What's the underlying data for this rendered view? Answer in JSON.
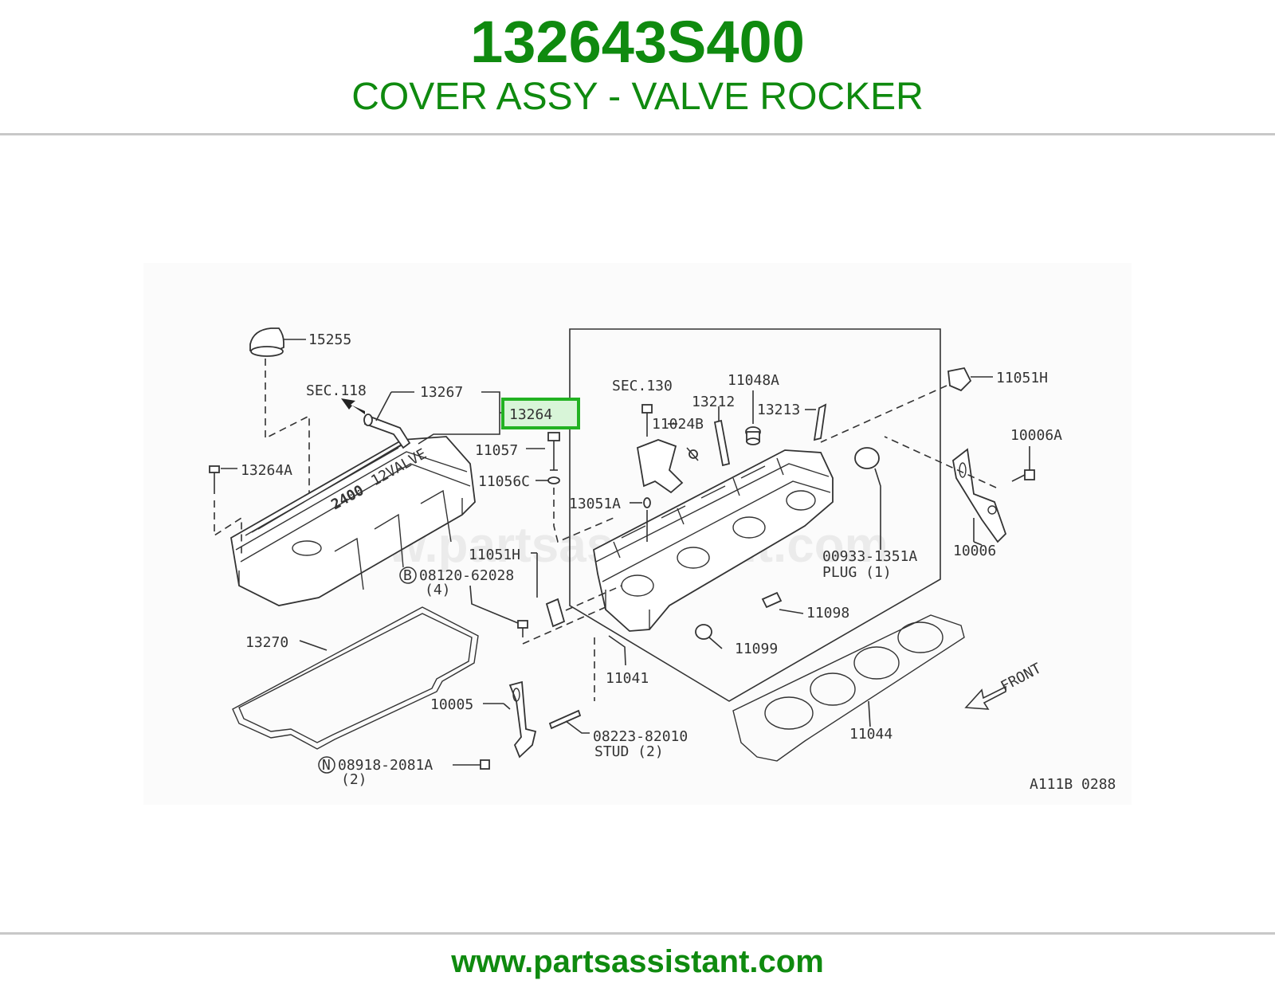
{
  "header": {
    "part_number": "132643S400",
    "part_name": "COVER ASSY - VALVE ROCKER"
  },
  "footer": {
    "site_url": "www.partsassistant.com"
  },
  "diagram": {
    "watermark": "www.partsassistant.com",
    "reference_code": "A111B 0288",
    "highlighted_callout": "13264",
    "highlight_color": "#22b222",
    "callouts": {
      "c15255": "15255",
      "c_sec118": "SEC.118",
      "c13267": "13267",
      "c13264": "13264",
      "c11057": "11057",
      "c13264a": "13264A",
      "c11056c": "11056C",
      "c13051a": "13051A",
      "c11051h_left": "11051H",
      "c_b_marker": "B",
      "c08120": "08120-62028",
      "c08120_qty": "(4)",
      "c13270": "13270",
      "c10005": "10005",
      "c08223": "08223-82010",
      "c_stud": "STUD (2)",
      "c_n_marker": "N",
      "c08918": "08918-2081A",
      "c08918_qty": "(2)",
      "c11041": "11041",
      "c11099": "11099",
      "c11098": "11098",
      "c00933": "00933-1351A",
      "c_plug": "PLUG (1)",
      "c_sec130": "SEC.130",
      "c11024b": "11024B",
      "c13212": "13212",
      "c11048a": "11048A",
      "c13213": "13213",
      "c11051h_right": "11051H",
      "c10006a": "10006A",
      "c10006": "10006",
      "c11044": "11044",
      "c_front": "FRONT",
      "cover_text_a": "2400",
      "cover_text_b": "12VALVE"
    }
  }
}
